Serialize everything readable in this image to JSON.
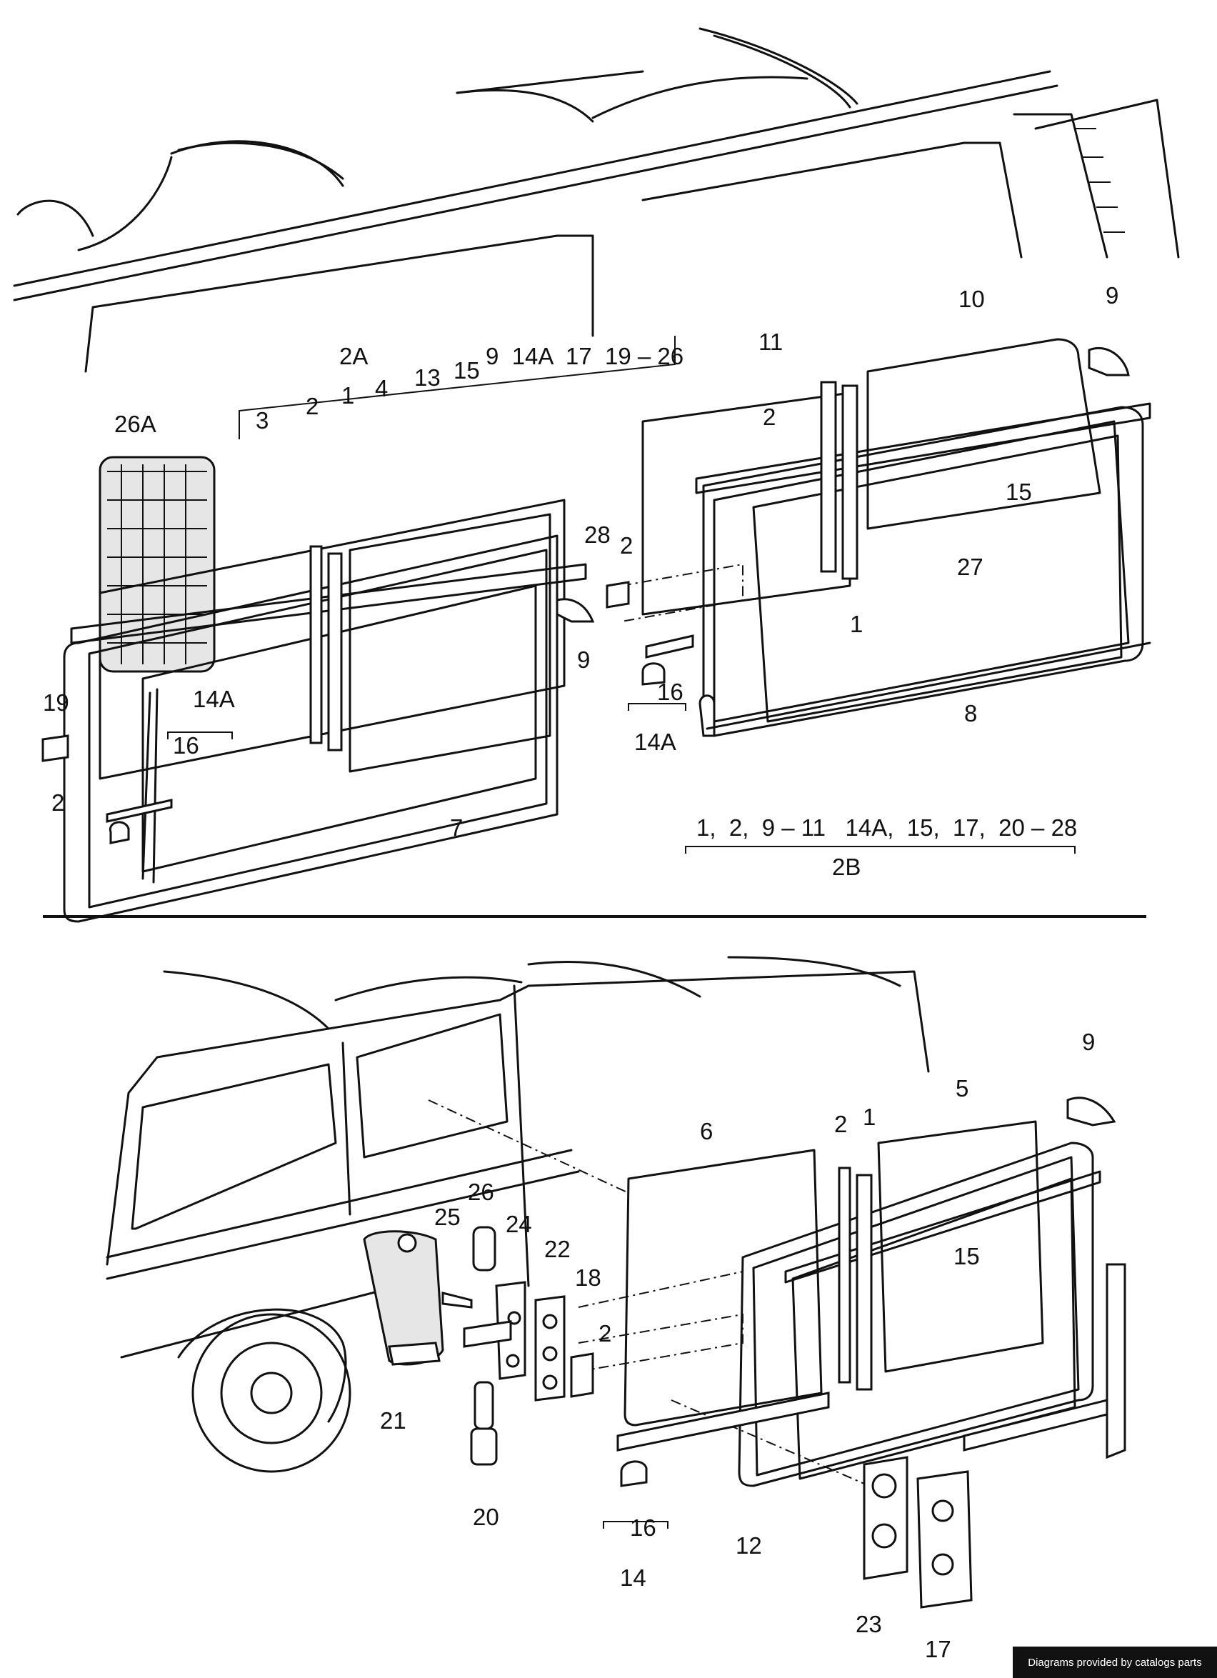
{
  "top_section": {
    "callouts": [
      "2A",
      "2",
      "1",
      "4",
      "13",
      "15",
      "9",
      "14A",
      "17",
      "19–26",
      "3",
      "26A",
      "28",
      "2",
      "9",
      "19",
      "2",
      "14A",
      "16",
      "7",
      "11",
      "10",
      "9",
      "2",
      "15",
      "27",
      "1",
      "8",
      "16",
      "14A"
    ],
    "group_2A": "2A",
    "group_2A_list": "9  14A  17  19 – 26",
    "group_2B_list": "1,  2,  9 – 11   14A,  15,  17,  20 – 28",
    "group_2B": "2B"
  },
  "bottom_section": {
    "callouts": [
      "9",
      "5",
      "6",
      "2",
      "1",
      "26",
      "25",
      "24",
      "22",
      "18",
      "2",
      "15",
      "21",
      "20",
      "16",
      "14",
      "12",
      "23",
      "17"
    ]
  },
  "credit": "Diagrams provided by catalogs parts"
}
